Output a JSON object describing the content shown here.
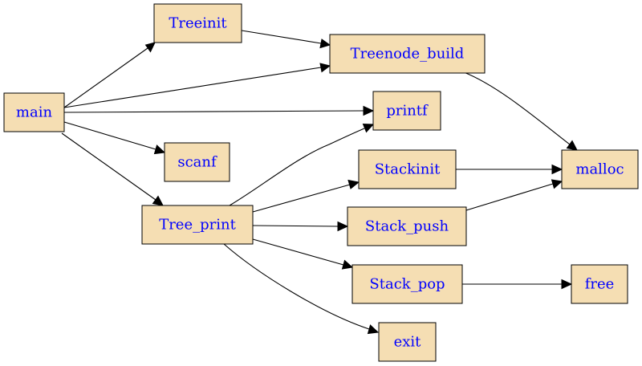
{
  "graph": {
    "nodes": {
      "main": "main",
      "treeinit": "Treeinit",
      "treenode_build": "Treenode_build",
      "printf": "printf",
      "scanf": "scanf",
      "tree_print": "Tree_print",
      "stackinit": "Stackinit",
      "stack_push": "Stack_push",
      "stack_pop": "Stack_pop",
      "malloc": "malloc",
      "free": "free",
      "exit": "exit"
    },
    "edges": [
      {
        "from": "main",
        "to": "Treeinit"
      },
      {
        "from": "main",
        "to": "Treenode_build"
      },
      {
        "from": "main",
        "to": "printf"
      },
      {
        "from": "main",
        "to": "scanf"
      },
      {
        "from": "main",
        "to": "Tree_print"
      },
      {
        "from": "Treeinit",
        "to": "Treenode_build"
      },
      {
        "from": "Treenode_build",
        "to": "malloc"
      },
      {
        "from": "Tree_print",
        "to": "printf"
      },
      {
        "from": "Tree_print",
        "to": "Stackinit"
      },
      {
        "from": "Tree_print",
        "to": "Stack_push"
      },
      {
        "from": "Tree_print",
        "to": "Stack_pop"
      },
      {
        "from": "Tree_print",
        "to": "exit"
      },
      {
        "from": "Stackinit",
        "to": "malloc"
      },
      {
        "from": "Stack_push",
        "to": "malloc"
      },
      {
        "from": "Stack_pop",
        "to": "free"
      }
    ],
    "colors": {
      "node_fill": "#f5deb3",
      "node_border": "#000000",
      "label": "#0000ff",
      "edge": "#000000"
    }
  }
}
